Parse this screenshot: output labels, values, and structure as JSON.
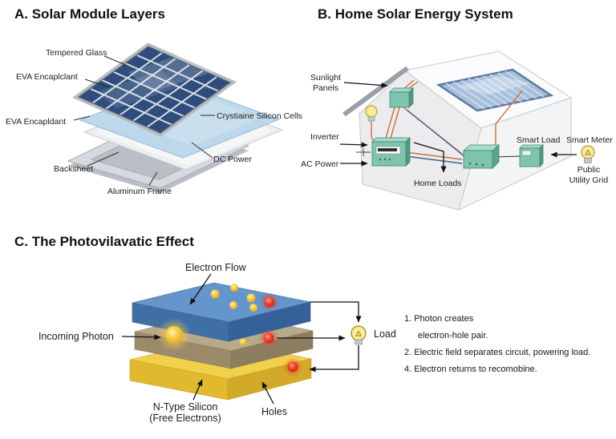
{
  "panels": {
    "a": {
      "title": "A. Solar Module Layers",
      "labels": {
        "tempered_glass": "Tempered Glass",
        "eva_top": "EVA Encaplclant",
        "eva_bottom": "EVA Encapldant",
        "silicon_cells": "Crystiaine Silicon Cells",
        "dc_power": "DC Power",
        "backsheet": "Backsheet",
        "aluminum_frame": "Aluminum Frame"
      }
    },
    "b": {
      "title": "B. Home Solar Energy System",
      "labels": {
        "sunlight_line1": "Sunlight",
        "sunlight_line2": "Panels",
        "inverter": "Inverter",
        "ac_power": "AC Power",
        "smart_load": "Smart Load",
        "smart_meter": "Smart Meter",
        "public_line1": "Public",
        "public_line2": "Utility Grid",
        "home_loads": "Home Loads"
      }
    },
    "c": {
      "title": "C. The Photovilavatic Effect",
      "labels": {
        "electron_flow": "Electron Flow",
        "incoming_photon": "Incoming Photon",
        "n_type_line1": "N-Type Silicon",
        "n_type_line2": "(Free Electrons)",
        "holes": "Holes",
        "load": "Load"
      },
      "steps": [
        "1. Photon creates",
        "electron-hole pair.",
        "2. Electric field separates circuit, powering load.",
        "4. Electron returns to recomobine."
      ]
    }
  },
  "colors": {
    "cell_blue": "#2e4d7c",
    "eva_blue": "#b9d6ea",
    "roof_panel_blue": "#a8c0de",
    "box_green": "#7fc4ae",
    "wire_orange": "#c96f3f",
    "wire_blue": "#44618c",
    "bulb_yellow": "#f9ec96",
    "slab_blue": "#6495cb",
    "slab_tan": "#b7a98a",
    "slab_yellow": "#f1d04b",
    "electron_yellow": "#f4c433",
    "hole_red": "#e4392c"
  }
}
